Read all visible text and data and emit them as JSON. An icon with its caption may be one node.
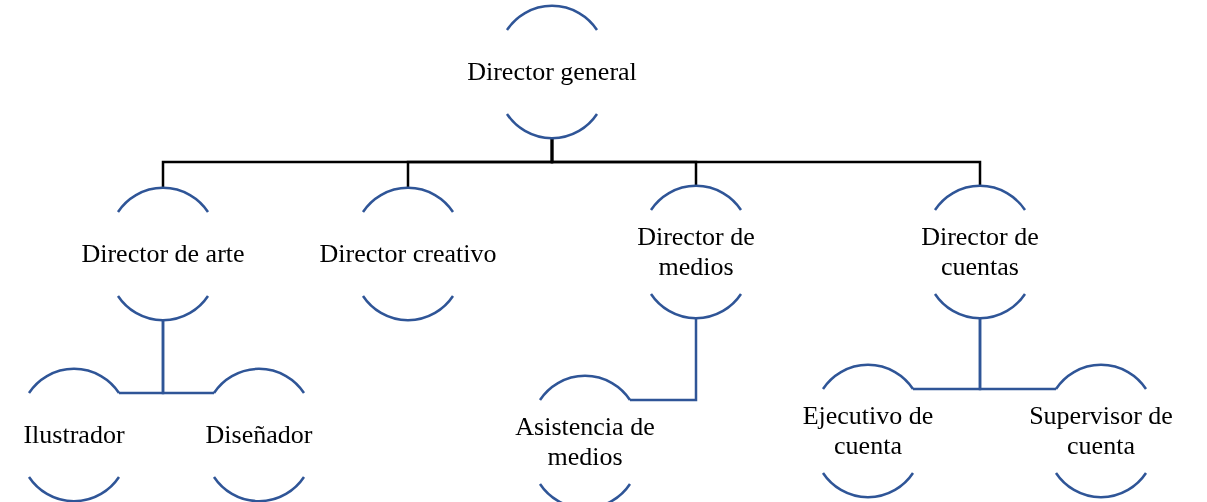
{
  "diagram": {
    "nodes": [
      {
        "text": [
          "Director general"
        ]
      },
      {
        "text": [
          "Director de arte"
        ]
      },
      {
        "text": [
          "Director creativo"
        ]
      },
      {
        "text": [
          "Director de medios"
        ]
      },
      {
        "text": [
          "Director de cuentas"
        ]
      },
      {
        "text": [
          "Ilustrador"
        ]
      },
      {
        "text": [
          "Diseñador"
        ]
      },
      {
        "text": [
          "Asistencia de medios"
        ]
      },
      {
        "text": [
          "Ejecutivo de cuenta"
        ]
      },
      {
        "text": [
          "Supervisor de cuenta"
        ]
      }
    ],
    "edges": [
      {
        "from": 0,
        "to": 1,
        "arrow": "none",
        "color": "#000000"
      },
      {
        "from": 0,
        "to": 2,
        "arrow": "none",
        "color": "#000000"
      },
      {
        "from": 0,
        "to": 3,
        "arrow": "none",
        "color": "#000000"
      },
      {
        "from": 0,
        "to": 4,
        "arrow": "none",
        "color": "#000000"
      },
      {
        "from": 1,
        "to": 5,
        "arrow": "none"
      },
      {
        "from": 1,
        "to": 6,
        "arrow": "none"
      },
      {
        "from": 3,
        "to": 7,
        "arrow": "none"
      },
      {
        "from": 4,
        "to": 8,
        "arrow": "none"
      },
      {
        "from": 4,
        "to": 9,
        "arrow": "none"
      }
    ]
  }
}
